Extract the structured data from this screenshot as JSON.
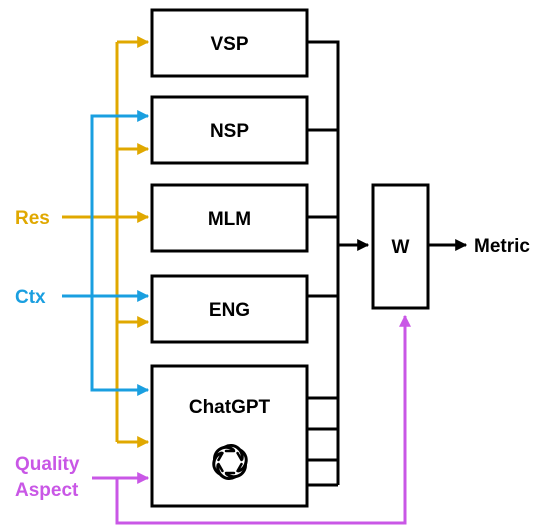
{
  "colors": {
    "res": "#e0a800",
    "ctx": "#1a9fe0",
    "quality": "#c957e6",
    "black": "#000000"
  },
  "inputs": {
    "res": "Res",
    "ctx": "Ctx",
    "quality_line1": "Quality",
    "quality_line2": "Aspect"
  },
  "modules": {
    "vsp": "VSP",
    "nsp": "NSP",
    "mlm": "MLM",
    "eng": "ENG",
    "chatgpt": "ChatGPT"
  },
  "combiner": "W",
  "output": "Metric",
  "icons": [
    "openai-logo-icon"
  ]
}
